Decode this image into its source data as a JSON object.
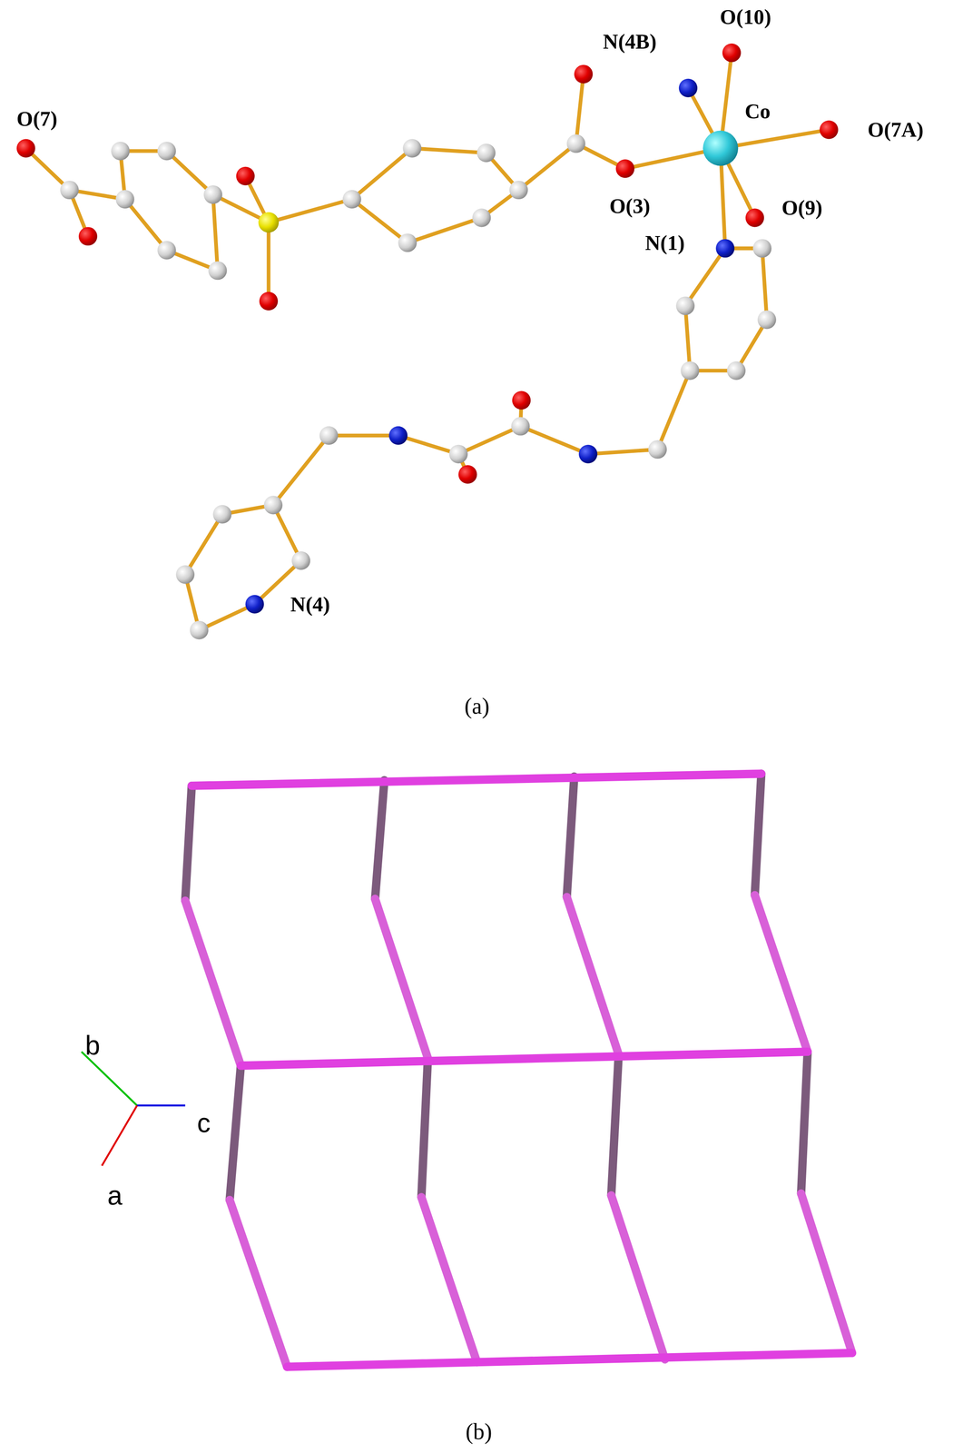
{
  "diagram": {
    "labels": [
      "O(7)",
      "N(4B)",
      "O(10)",
      "Co",
      "O(7A)",
      "O(3)",
      "O(9)",
      "N(1)",
      "N(4)",
      "(a)",
      "b",
      "c",
      "a",
      "(b)"
    ]
  }
}
